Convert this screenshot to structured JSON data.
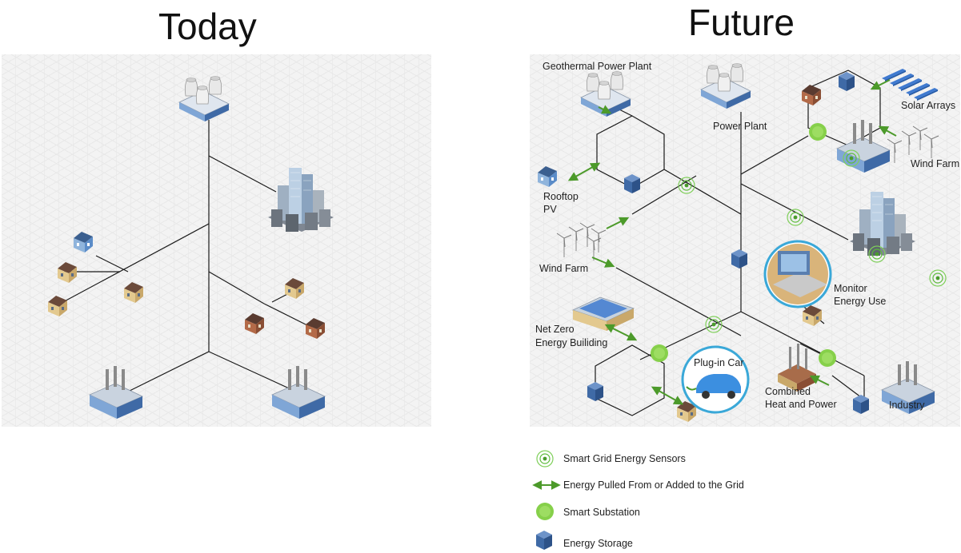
{
  "headings": {
    "today": "Today",
    "future": "Future"
  },
  "future_labels": {
    "geothermal": "Geothermal Power Plant",
    "power_plant": "Power Plant",
    "solar": "Solar Arrays",
    "wind_farm_top": "Wind Farm",
    "rooftop_pv_1": "Rooftop",
    "rooftop_pv_2": "PV",
    "wind_farm_left": "Wind Farm",
    "monitor_1": "Monitor",
    "monitor_2": "Energy Use",
    "net_zero_1": "Net Zero",
    "net_zero_2": "Energy Builiding",
    "plugin_car": "Plug-in Car",
    "chp_1": "Combined",
    "chp_2": "Heat and Power",
    "industry": "Industry"
  },
  "legend": [
    {
      "icon": "sensor-icon",
      "label": "Smart Grid Energy Sensors"
    },
    {
      "icon": "double-arrow-icon",
      "label": "Energy Pulled From or Added to the Grid"
    },
    {
      "icon": "substation-icon",
      "label": "Smart Substation"
    },
    {
      "icon": "storage-cube-icon",
      "label": "Energy Storage"
    }
  ],
  "colors": {
    "panel": "#f3f3f3",
    "line": "#1a1a1a",
    "arrow_green": "#4c9a2a",
    "substation_green": "#86d04a",
    "storage_blue": "#3f6aa6",
    "sensor_green": "#5cbb3a",
    "building_blue": "#5b8cc8"
  }
}
